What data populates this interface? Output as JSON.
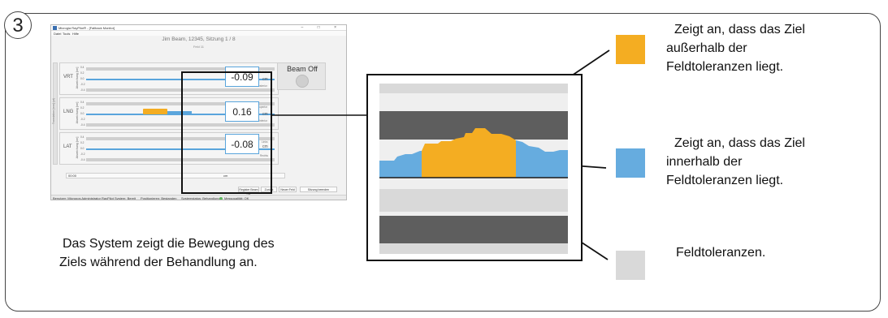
{
  "step_number": "3",
  "app": {
    "window_title": "Microgia RayPilot® - [Fallback Monitor]",
    "menu": [
      "Datei",
      "Tools",
      "Hilfe"
    ],
    "window_controls": "– □ ×",
    "header": "Jim Beam, 12345, Sitzung 1 / 8",
    "subheader": "Feld 11",
    "side_axis_label": "Translation [mm] (pt)",
    "beam_status": "Beam Off",
    "rows": [
      {
        "name": "VRT",
        "unit_label": "Abweichung [cm]",
        "ticks": [
          "0.4",
          "0.2",
          "0.0",
          "-0.2",
          "-0.4"
        ],
        "top_label": "Anterior",
        "bottom_label": "Posterior",
        "value": "-0.09",
        "value_unit": "cm"
      },
      {
        "name": "LNG",
        "unit_label": "Abweichung [cm]",
        "ticks": [
          "0.4",
          "0.2",
          "0.0",
          "-0.2",
          "-0.4"
        ],
        "top_label": "Superior",
        "bottom_label": "Inferior",
        "value": "0.16",
        "value_unit": "cm"
      },
      {
        "name": "LAT",
        "unit_label": "Abweichung [cm]",
        "ticks": [
          "0.4",
          "0.2",
          "0.0",
          "-0.2",
          "-0.4"
        ],
        "top_label": "Links",
        "bottom_label": "Rechts",
        "value": "-0.08",
        "value_unit": "cm"
      }
    ],
    "scale_label": "00:00",
    "scale_unit": "cm",
    "buttons": [
      "Register Beam On",
      "Zurück",
      "Neuer Feld",
      "Sitzung beenden"
    ],
    "status_items": [
      "Benutzer: Micropos Administrator",
      "RayPilot System: Bereit",
      "Positionieren: Bestanden",
      "Systemstatus: Behandlung",
      "Messqualität: OK"
    ],
    "colors": {
      "blue": "#5aa5dc",
      "orange": "#f4ad22",
      "band_light": "#d9d9d9",
      "band_dark": "#5e5e5e"
    }
  },
  "zoom": {
    "colors": {
      "background": "#efefef",
      "light_band": "#d9d9d9",
      "dark_band": "#5e5e5e",
      "inside": "#66acdf",
      "outside": "#f4ad22",
      "line": "#1a1a1a"
    }
  },
  "legend": [
    {
      "color": "#f4ad22",
      "text_lines": [
        "Zeigt an, dass das Ziel",
        "außerhalb der",
        "Feldtoleranzen liegt."
      ]
    },
    {
      "color": "#66acdf",
      "text_lines": [
        "Zeigt an, dass das Ziel",
        "innerhalb der",
        "Feldtoleranzen liegt."
      ]
    },
    {
      "color": "#d9d9d9",
      "text_lines": [
        "Feldtoleranzen."
      ]
    }
  ],
  "caption_lines": [
    "Das System zeigt die Bewegung des",
    "Ziels während der Behandlung an."
  ]
}
